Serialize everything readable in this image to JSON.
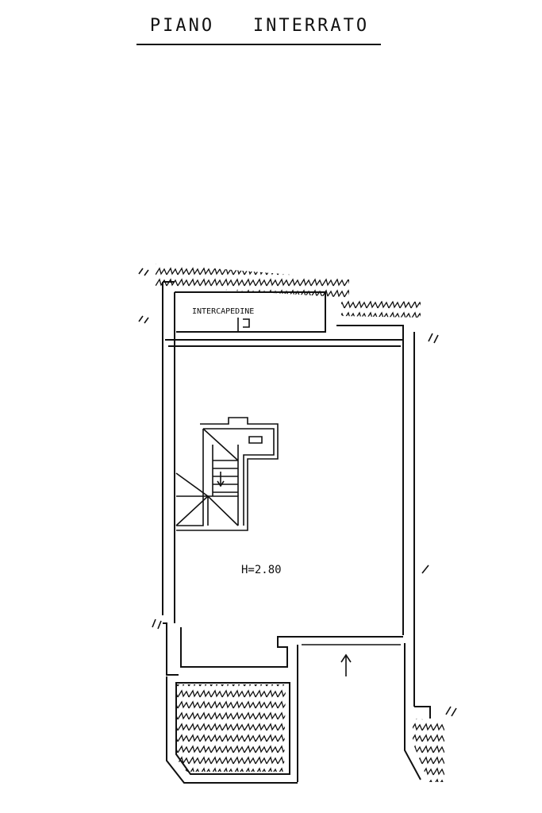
{
  "title": "PIANO   INTERRATO",
  "labels": {
    "interspace": "INTERCAPEDINE",
    "height": "H=2.80"
  },
  "colors": {
    "ink": "#111111",
    "paper": "#ffffff"
  }
}
